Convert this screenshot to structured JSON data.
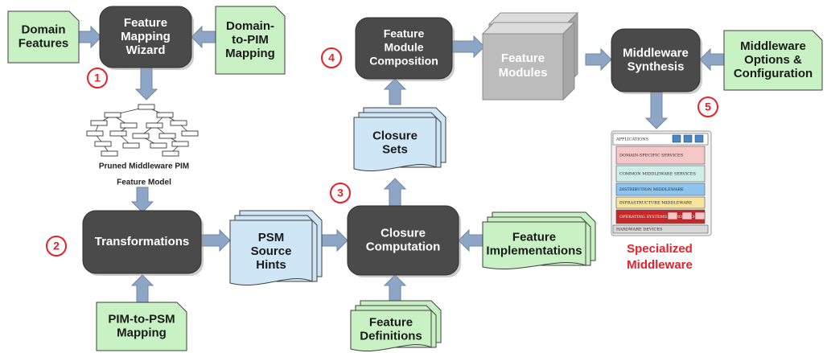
{
  "inputs": {
    "domain_features": [
      "Domain",
      "Features"
    ],
    "domain_to_pim": [
      "Domain-",
      "to-PIM",
      "Mapping"
    ],
    "pim_to_psm": [
      "PIM-to-PSM",
      "Mapping"
    ],
    "feature_implementations": [
      "Feature",
      "Implementations"
    ],
    "feature_definitions": [
      "Feature",
      "Definitions"
    ],
    "middleware_options": [
      "Middleware",
      "Options &",
      "Configuration"
    ]
  },
  "processes": {
    "feature_mapping_wizard": [
      "Feature",
      "Mapping",
      "Wizard"
    ],
    "transformations": [
      "Transformations"
    ],
    "closure_computation": [
      "Closure",
      "Computation"
    ],
    "feature_module_composition": [
      "Feature",
      "Module",
      "Composition"
    ],
    "middleware_synthesis": [
      "Middleware",
      "Synthesis"
    ]
  },
  "artifacts": {
    "psm_source_hints": [
      "PSM",
      "Source",
      "Hints"
    ],
    "closure_sets": [
      "Closure",
      "Sets"
    ],
    "feature_modules": [
      "Feature",
      "Modules"
    ],
    "pruned_model_caption": [
      "Pruned Middleware PIM",
      "Feature Model"
    ],
    "specialized_middleware": [
      "Specialized",
      "Middleware"
    ]
  },
  "steps": [
    "1",
    "2",
    "3",
    "4",
    "5"
  ],
  "middleware_stack_layers": [
    "APPLICATIONS",
    "DOMAIN-SPECIFIC SERVICES",
    "COMMON MIDDLEWARE SERVICES",
    "DISTRIBUTION MIDDLEWARE",
    "INFRASTRUCTURE MIDDLEWARE",
    "OPERATING SYSTEMS & PROTOCOLS",
    "HARDWARE DEVICES"
  ],
  "colors": {
    "process_fill": "#4a4a4a",
    "input_fill": "#c9f2c4",
    "artifact_fill": "#cfe6f7",
    "arrow_fill": "#8ea6c6",
    "module_fill": "#bcbcbc",
    "step_red": "#e8202a"
  }
}
